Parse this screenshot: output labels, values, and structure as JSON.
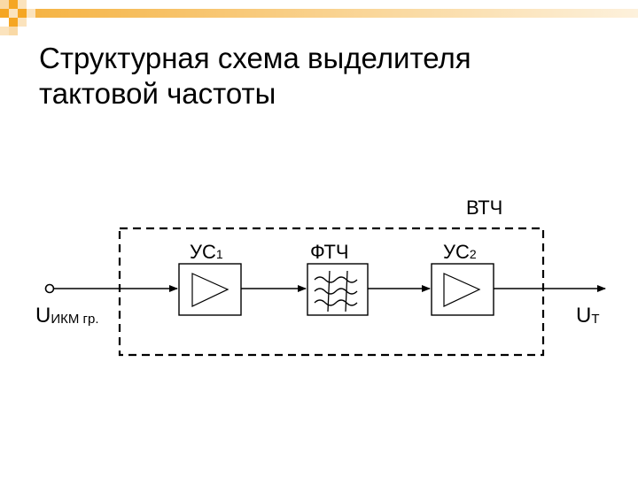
{
  "slide": {
    "title_line1": "Структурная схема выделителя",
    "title_line2": "тактовой частоты"
  },
  "diagram": {
    "enclosure_label": "ВТЧ",
    "input_label_main": "U",
    "input_label_sub": "ИКМ гр.",
    "output_label_main": "U",
    "output_label_sub": "Т",
    "blocks": [
      {
        "label_main": "УС",
        "label_sub": "1",
        "symbol": "amplifier"
      },
      {
        "label_main": "ФТЧ",
        "label_sub": "",
        "symbol": "bandpass-filter"
      },
      {
        "label_main": "УС",
        "label_sub": "2",
        "symbol": "amplifier"
      }
    ]
  },
  "colors": {
    "accent_orange": "#F5A623",
    "accent_light": "#FBD9A0",
    "ink": "#000000"
  }
}
